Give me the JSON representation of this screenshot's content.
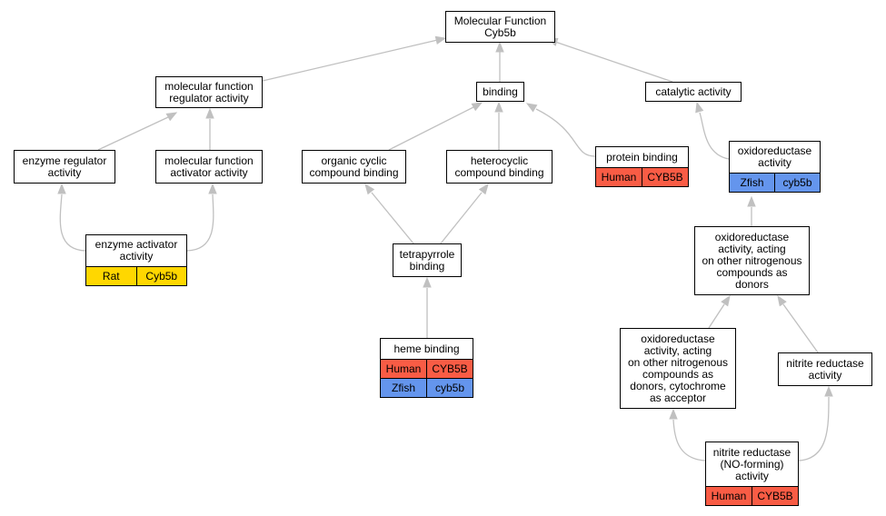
{
  "colors": {
    "edge": "#c0c0c0",
    "human": "#f95c45",
    "zfish": "#6495ed",
    "rat": "#ffd700"
  },
  "nodes": {
    "root": {
      "label": "Molecular Function\nCyb5b"
    },
    "mf_regulator": {
      "label": "molecular function\nregulator activity"
    },
    "binding": {
      "label": "binding"
    },
    "catalytic": {
      "label": "catalytic activity"
    },
    "enzyme_regulator": {
      "label": "enzyme regulator\nactivity"
    },
    "mf_activator": {
      "label": "molecular function\nactivator activity"
    },
    "organic_cyclic": {
      "label": "organic cyclic\ncompound binding"
    },
    "heterocyclic": {
      "label": "heterocyclic\ncompound binding"
    },
    "protein_binding": {
      "label": "protein binding",
      "tags": [
        [
          {
            "species": "Human",
            "gene": "CYB5B",
            "color": "human"
          }
        ]
      ]
    },
    "oxidoreductase": {
      "label": "oxidoreductase\nactivity",
      "tags": [
        [
          {
            "species": "Zfish",
            "gene": "cyb5b",
            "color": "zfish"
          }
        ]
      ]
    },
    "enzyme_activator": {
      "label": "enzyme activator\nactivity",
      "tags": [
        [
          {
            "species": "Rat",
            "gene": "Cyb5b",
            "color": "rat"
          }
        ]
      ]
    },
    "tetrapyrrole": {
      "label": "tetrapyrrole\nbinding"
    },
    "oxido_nitrogenous": {
      "label": "oxidoreductase\nactivity, acting\non other nitrogenous\ncompounds as\ndonors"
    },
    "heme": {
      "label": "heme binding",
      "tags": [
        [
          {
            "species": "Human",
            "gene": "CYB5B",
            "color": "human"
          }
        ],
        [
          {
            "species": "Zfish",
            "gene": "cyb5b",
            "color": "zfish"
          }
        ]
      ]
    },
    "oxido_cytochrome": {
      "label": "oxidoreductase\nactivity, acting\non other nitrogenous\ncompounds as\ndonors, cytochrome\nas acceptor"
    },
    "nitrite_reductase": {
      "label": "nitrite reductase\nactivity"
    },
    "nitrite_no": {
      "label": "nitrite reductase\n(NO-forming)\nactivity",
      "tags": [
        [
          {
            "species": "Human",
            "gene": "CYB5B",
            "color": "human"
          }
        ]
      ]
    }
  }
}
